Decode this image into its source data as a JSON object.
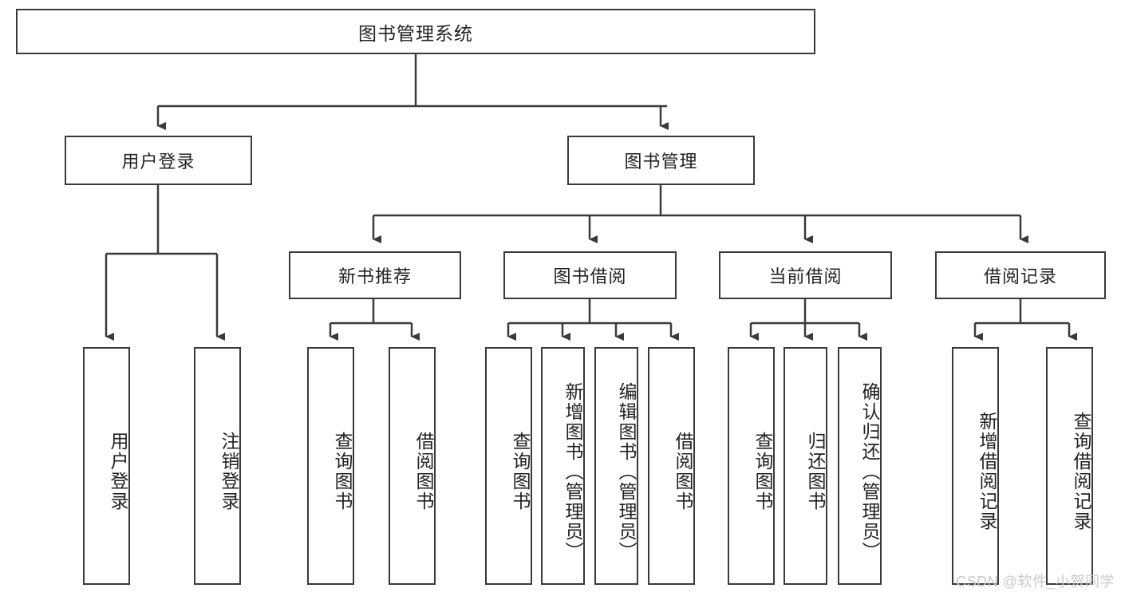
{
  "diagram": {
    "title": "图书管理系统",
    "type": "tree-hierarchy-chart",
    "root": {
      "label": "图书管理系统"
    },
    "level2": [
      {
        "label": "用户登录"
      },
      {
        "label": "图书管理"
      }
    ],
    "level3": [
      {
        "label": "新书推荐"
      },
      {
        "label": "图书借阅"
      },
      {
        "label": "当前借阅"
      },
      {
        "label": "借阅记录"
      }
    ],
    "leaves": [
      {
        "label": "用户登录",
        "parent": "用户登录"
      },
      {
        "label": "注销登录",
        "parent": "用户登录"
      },
      {
        "label": "查询图书",
        "parent": "新书推荐"
      },
      {
        "label": "借阅图书",
        "parent": "新书推荐"
      },
      {
        "label": "查询图书",
        "parent": "图书借阅"
      },
      {
        "label": "新增图书（管理员）",
        "parent": "图书借阅"
      },
      {
        "label": "编辑图书（管理员）",
        "parent": "图书借阅"
      },
      {
        "label": "借阅图书",
        "parent": "图书借阅"
      },
      {
        "label": "查询图书",
        "parent": "当前借阅"
      },
      {
        "label": "归还图书",
        "parent": "当前借阅"
      },
      {
        "label": "确认归还（管理员）",
        "parent": "当前借阅"
      },
      {
        "label": "新增借阅记录",
        "parent": "借阅记录"
      },
      {
        "label": "查询借阅记录",
        "parent": "借阅记录"
      }
    ]
  },
  "watermark": {
    "text": "CSDN @软件_小贺同学"
  },
  "colors": {
    "border": "#3a3a3a",
    "text": "#222222",
    "background": "#ffffff",
    "watermark": "#c9c9c9"
  }
}
